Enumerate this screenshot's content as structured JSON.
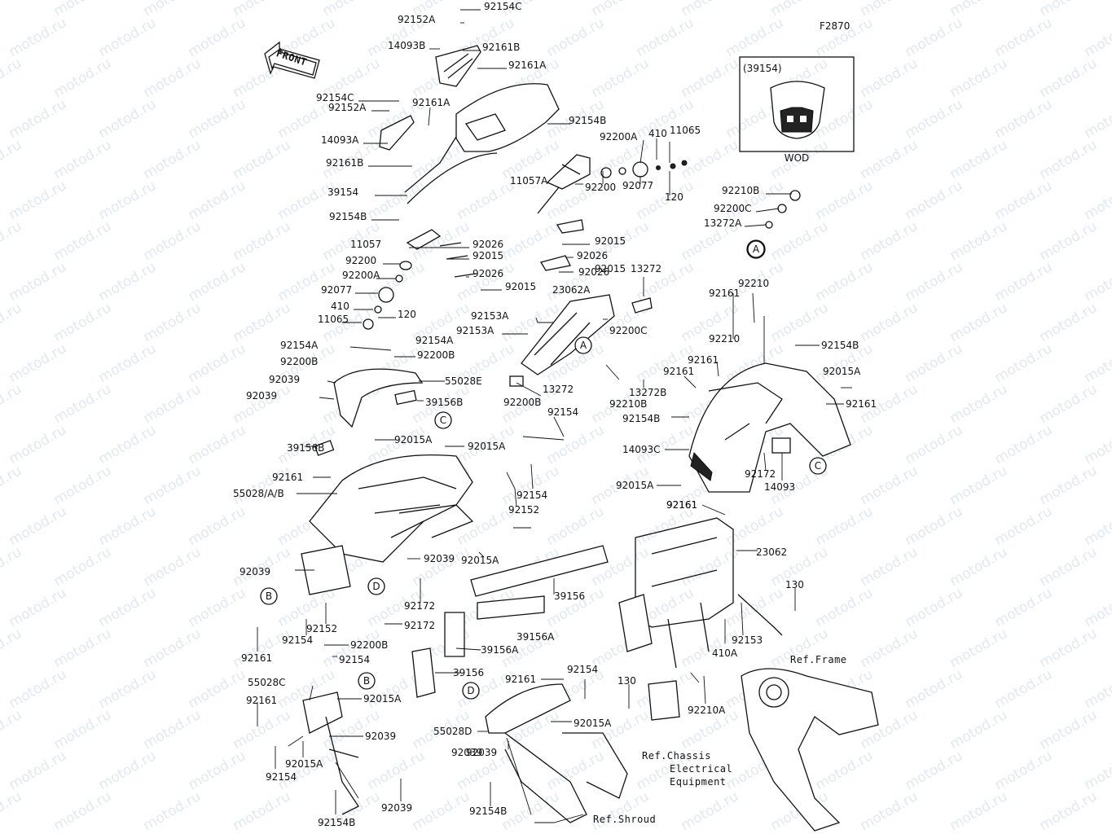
{
  "figure_code": "F2870",
  "front_arrow": "FRONT",
  "watermark": "motod.ru",
  "inset": {
    "title": "(39154)",
    "caption": "WOD"
  },
  "callouts": [
    "A",
    "B",
    "C",
    "D"
  ],
  "references": {
    "frame": "Ref.Frame",
    "chassis_1": "Ref.Chassis",
    "chassis_2": "Electrical",
    "chassis_3": "Equipment",
    "shroud": "Ref.Shroud"
  },
  "parts": [
    "92154C",
    "92152A",
    "14093B",
    "92161B",
    "92161A",
    "92154C",
    "92152A",
    "92161A",
    "14093A",
    "92161B",
    "39154",
    "92154B",
    "92154B",
    "11057A",
    "92200A",
    "410",
    "11065",
    "92200",
    "92077",
    "120",
    "92210B",
    "92200C",
    "13272A",
    "11057",
    "92026",
    "92015",
    "92200",
    "92026",
    "92200A",
    "92015",
    "92077",
    "410",
    "120",
    "11065",
    "92026",
    "92015",
    "92026",
    "92015",
    "13272",
    "23062A",
    "92153A",
    "92153A",
    "92200C",
    "92210",
    "92161",
    "92210",
    "92154B",
    "92161",
    "92015A",
    "92161",
    "92154A",
    "92154A",
    "92200B",
    "92200B",
    "92039",
    "55028E",
    "92039",
    "39156B",
    "13272",
    "92210B",
    "13272B",
    "92200B",
    "92154",
    "92154B",
    "92161",
    "14093C",
    "39156B",
    "92015A",
    "92015A",
    "92161",
    "55028/A/B",
    "92152",
    "92154",
    "92172",
    "14093",
    "92015A",
    "92161",
    "92161",
    "23062",
    "92039",
    "92015A",
    "39156",
    "130",
    "92039",
    "92172",
    "92172",
    "92154",
    "92152",
    "92153",
    "410A",
    "92161",
    "92200B",
    "92154",
    "39156A",
    "39156A",
    "39156",
    "92161",
    "92154",
    "130",
    "55028C",
    "92015A",
    "92161",
    "92039",
    "92015A",
    "92154",
    "55028D",
    "92015A",
    "92210A",
    "92039",
    "92039",
    "92154B",
    "92039",
    "92154B"
  ]
}
